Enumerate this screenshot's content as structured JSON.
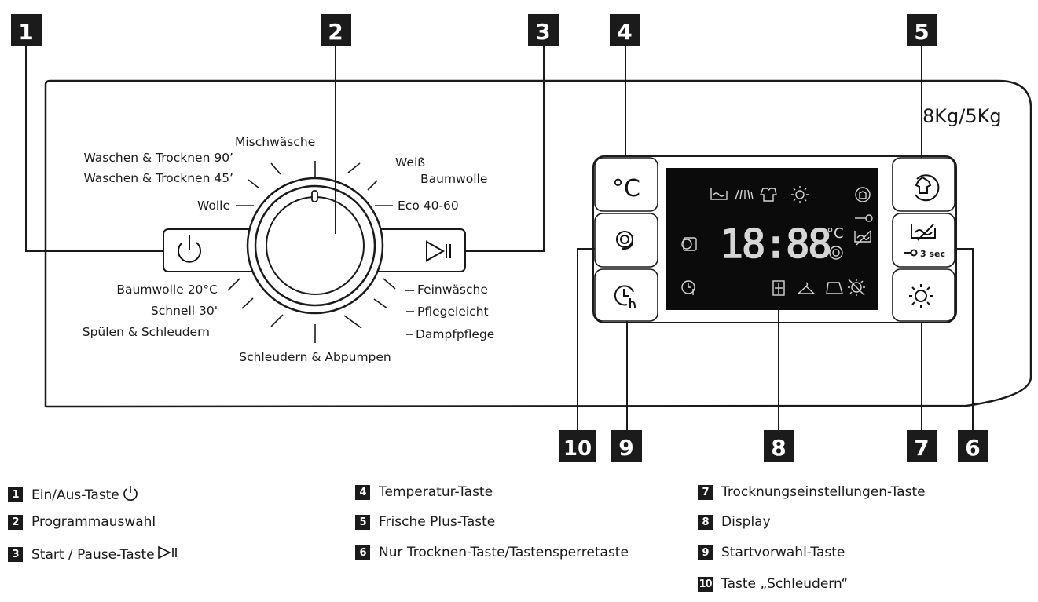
{
  "capacity": "8Kg/5Kg",
  "callouts": [
    "1",
    "2",
    "3",
    "4",
    "5",
    "6",
    "7",
    "8",
    "9",
    "10"
  ],
  "programs": {
    "mischwaesche": "Mischwäsche",
    "waschen_trocknen_90": "Waschen & Trocknen 90’",
    "waschen_trocknen_45": "Waschen & Trocknen 45’",
    "wolle": "Wolle",
    "weiss": "Weiß",
    "baumwolle": "Baumwolle",
    "eco": "Eco 40-60",
    "baumwolle_20": "Baumwolle 20°C",
    "schnell_30": "Schnell 30'",
    "spuelen": "Spülen & Schleudern",
    "schleudern_abpumpen": "Schleudern & Abpumpen",
    "feinwaesche": "Feinwäsche",
    "pflegeleicht": "Pflegeleicht",
    "dampfpflege": "Dampfpflege"
  },
  "display": {
    "time": "18:88",
    "temp_unit": "°C"
  },
  "keylock_label": "3 sec",
  "temp_button_label": "°C",
  "legend": [
    {
      "num": "1",
      "text": "Ein/Aus-Taste",
      "glyph": "power-icon"
    },
    {
      "num": "2",
      "text": "Programmauswahl"
    },
    {
      "num": "3",
      "text": "Start / Pause-Taste",
      "glyph": "start-pause-icon"
    },
    {
      "num": "4",
      "text": "Temperatur-Taste"
    },
    {
      "num": "5",
      "text": "Frische Plus-Taste"
    },
    {
      "num": "6",
      "text": "Nur Trocknen-Taste/Tastensperretaste"
    },
    {
      "num": "7",
      "text": "Trocknungseinstellungen-Taste"
    },
    {
      "num": "8",
      "text": "Display"
    },
    {
      "num": "9",
      "text": "Startvorwahl-Taste"
    },
    {
      "num": "10",
      "text": "Taste „Schleudern“"
    }
  ]
}
